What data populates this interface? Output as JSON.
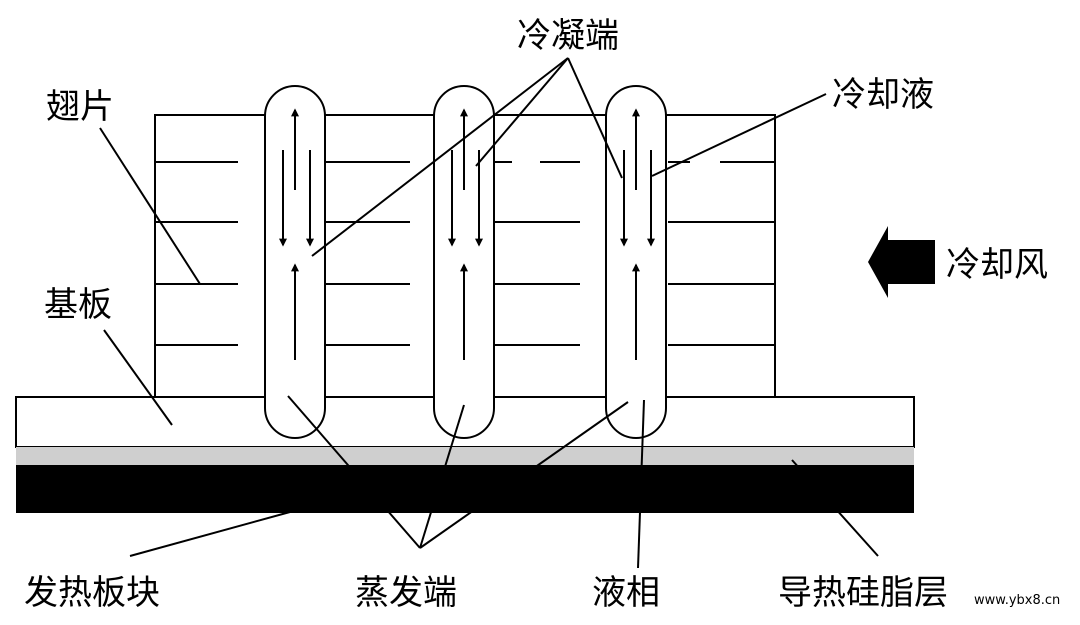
{
  "labels": {
    "condenser_end": "冷凝端",
    "fin": "翅片",
    "coolant": "冷却液",
    "cooling_air": "冷却风",
    "substrate": "基板",
    "heat_block": "发热板块",
    "evaporator_end": "蒸发端",
    "liquid_phase": "液相",
    "thermal_grease_layer": "导热硅脂层"
  },
  "watermark": "www.ybx8.cn",
  "colors": {
    "line": "#000000",
    "background": "#ffffff",
    "grease_layer": "#cfcfcf",
    "heat_block": "#000000"
  }
}
